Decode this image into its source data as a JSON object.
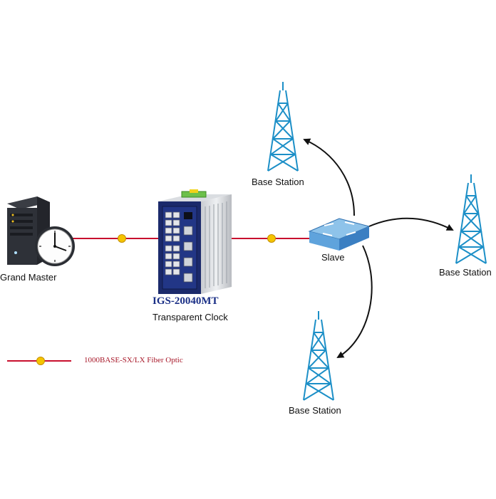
{
  "labels": {
    "grand_master": "Grand Master",
    "device_model": "IGS-20040MT",
    "device_role": "Transparent Clock",
    "slave": "Slave",
    "base_station_top": "Base Station",
    "base_station_right": "Base Station",
    "base_station_bottom": "Base Station"
  },
  "legend": {
    "label": "1000BASE-SX/LX Fiber Optic"
  },
  "colors": {
    "fiber": "#c8102e",
    "fiber_marker": "#f5c400",
    "tower": "#1c8fc7",
    "switch_top": "#8ec3ea",
    "switch_side": "#4a8fcf",
    "device_panel": "#1b2a6b",
    "arrow": "#111111",
    "model_text": "#1a2f86",
    "legend_text": "#a8192a"
  },
  "icons": {
    "grand_master": "server-with-clock-icon",
    "device": "industrial-switch-icon",
    "slave": "network-switch-icon",
    "tower": "cell-tower-icon"
  }
}
